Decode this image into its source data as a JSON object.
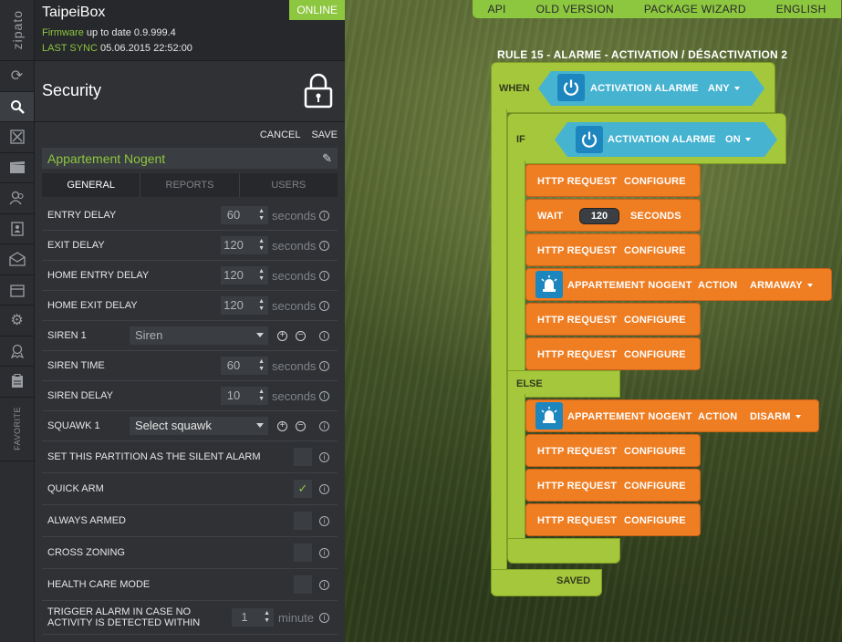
{
  "rail": {
    "logo": "zipato",
    "favorite": "FAVORITE"
  },
  "header": {
    "box_name": "TaipeiBox",
    "status": "ONLINE",
    "firmware_label": "Firmware",
    "firmware_value": "up to date 0.9.999.4",
    "sync_label": "LAST SYNC",
    "sync_value": "05.06.2015 22:52:00"
  },
  "section": {
    "title": "Security",
    "icon": "lock-icon"
  },
  "actions": {
    "cancel": "CANCEL",
    "save": "SAVE"
  },
  "partition": {
    "name": "Appartement Nogent"
  },
  "tabs": [
    "GENERAL",
    "REPORTS",
    "USERS"
  ],
  "settings": {
    "entry_delay": {
      "label": "ENTRY DELAY",
      "value": "60",
      "unit": "seconds"
    },
    "exit_delay": {
      "label": "EXIT DELAY",
      "value": "120",
      "unit": "seconds"
    },
    "home_entry_delay": {
      "label": "HOME ENTRY DELAY",
      "value": "120",
      "unit": "seconds"
    },
    "home_exit_delay": {
      "label": "HOME EXIT DELAY",
      "value": "120",
      "unit": "seconds"
    },
    "siren1": {
      "label": "SIREN 1",
      "value": "Siren"
    },
    "siren_time": {
      "label": "SIREN TIME",
      "value": "60",
      "unit": "seconds"
    },
    "siren_delay": {
      "label": "SIREN DELAY",
      "value": "10",
      "unit": "seconds"
    },
    "squawk1": {
      "label": "SQUAWK 1",
      "value": "Select squawk"
    },
    "silent_alarm": {
      "label": "SET THIS PARTITION AS THE SILENT ALARM",
      "checked": false
    },
    "quick_arm": {
      "label": "QUICK ARM",
      "checked": true
    },
    "always_armed": {
      "label": "ALWAYS ARMED",
      "checked": false
    },
    "cross_zoning": {
      "label": "CROSS ZONING",
      "checked": false
    },
    "health_care": {
      "label": "HEALTH CARE MODE",
      "checked": false
    },
    "trigger_no_activity": {
      "label_line1": "TRIGGER ALARM IN CASE NO",
      "label_line2": "ACTIVITY IS DETECTED WITHIN",
      "value": "1",
      "unit": "minute"
    }
  },
  "topnav": [
    "API",
    "OLD VERSION",
    "PACKAGE WIZARD",
    "ENGLISH"
  ],
  "rule": {
    "title": "RULE 15 - ALARME - ACTIVATION / DÉSACTIVATION 2",
    "when": "WHEN",
    "when_device": "ACTIVATION ALARME",
    "when_state": "ANY",
    "if": "IF",
    "if_device": "ACTIVATION ALARME",
    "if_state": "ON",
    "http_request": "HTTP REQUEST",
    "configure": "CONFIGURE",
    "wait": "WAIT",
    "wait_value": "120",
    "seconds": "SECONDS",
    "partition_device": "APPARTEMENT NOGENT",
    "action": "ACTION",
    "armaway": "ARMAWAY",
    "else": "ELSE",
    "disarm": "DISARM",
    "saved": "SAVED"
  },
  "colors": {
    "accent_green": "#8dc63f",
    "block_lime": "#a5c73c",
    "block_orange": "#ef7d22",
    "block_teal": "#46b3d1",
    "panel_dark": "#2f3135"
  }
}
